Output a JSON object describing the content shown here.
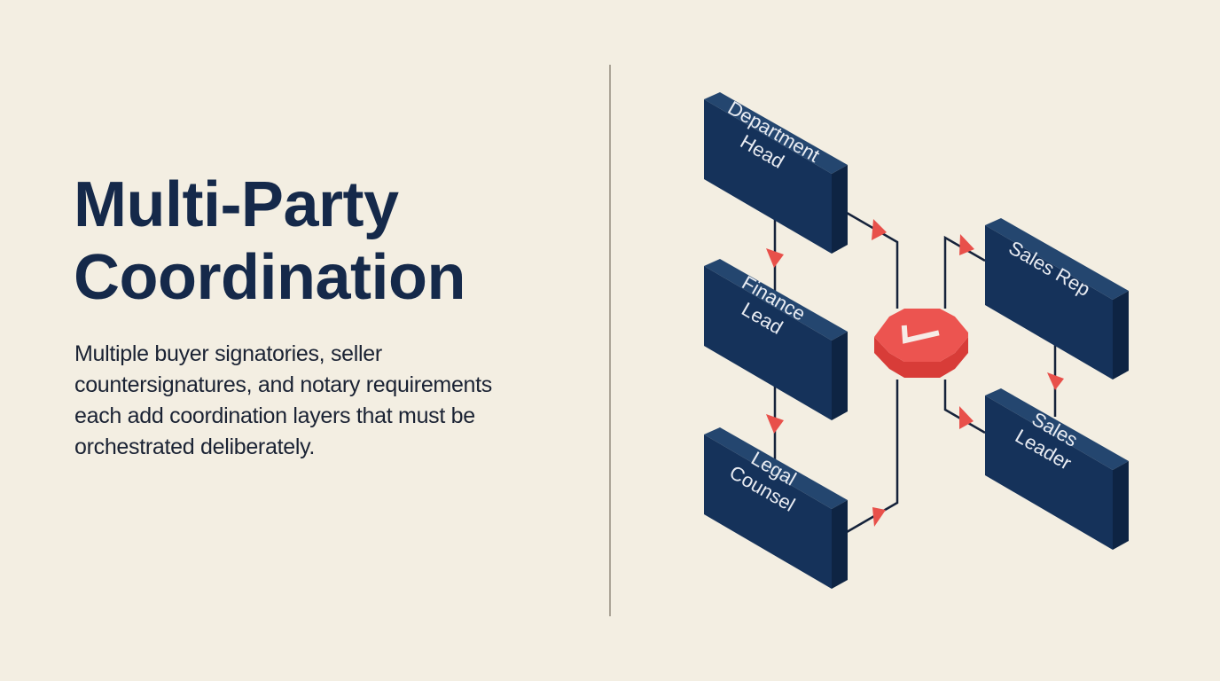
{
  "slide": {
    "title_lines": [
      "Multi-Party",
      "Coordination"
    ],
    "body_lines": [
      "Multiple buyer signatories, seller",
      "countersignatures, and notary requirements",
      "each add coordination layers that must be",
      "orchestrated deliberately."
    ]
  },
  "diagram": {
    "buyer_chain": [
      {
        "id": "department-head",
        "label_lines": [
          "Department",
          "Head"
        ]
      },
      {
        "id": "finance-lead",
        "label_lines": [
          "Finance",
          "Lead"
        ]
      },
      {
        "id": "legal-counsel",
        "label_lines": [
          "Legal",
          "Counsel"
        ]
      }
    ],
    "seller_chain": [
      {
        "id": "sales-rep",
        "label_lines": [
          "Sales Rep"
        ]
      },
      {
        "id": "sales-leader",
        "label_lines": [
          "Sales",
          "Leader"
        ]
      }
    ],
    "hub": {
      "id": "approval-hub",
      "icon": "checkmark-icon",
      "shape": "octagon"
    },
    "connections": [
      {
        "from": "department-head",
        "to": "finance-lead"
      },
      {
        "from": "finance-lead",
        "to": "legal-counsel"
      },
      {
        "from": "department-head",
        "to": "approval-hub"
      },
      {
        "from": "legal-counsel",
        "to": "approval-hub"
      },
      {
        "from": "approval-hub",
        "to": "sales-rep"
      },
      {
        "from": "approval-hub",
        "to": "sales-leader"
      },
      {
        "from": "sales-rep",
        "to": "sales-leader"
      }
    ]
  },
  "colors": {
    "background": "#f3eee2",
    "title": "#15294a",
    "body_text": "#1a2233",
    "box_front": "#15325a",
    "box_top": "#24466f",
    "box_side": "#0e2443",
    "connector": "#15223a",
    "arrow": "#e8504a",
    "hub_top": "#ec5450",
    "hub_side": "#d83c38",
    "divider": "#aaa396"
  }
}
